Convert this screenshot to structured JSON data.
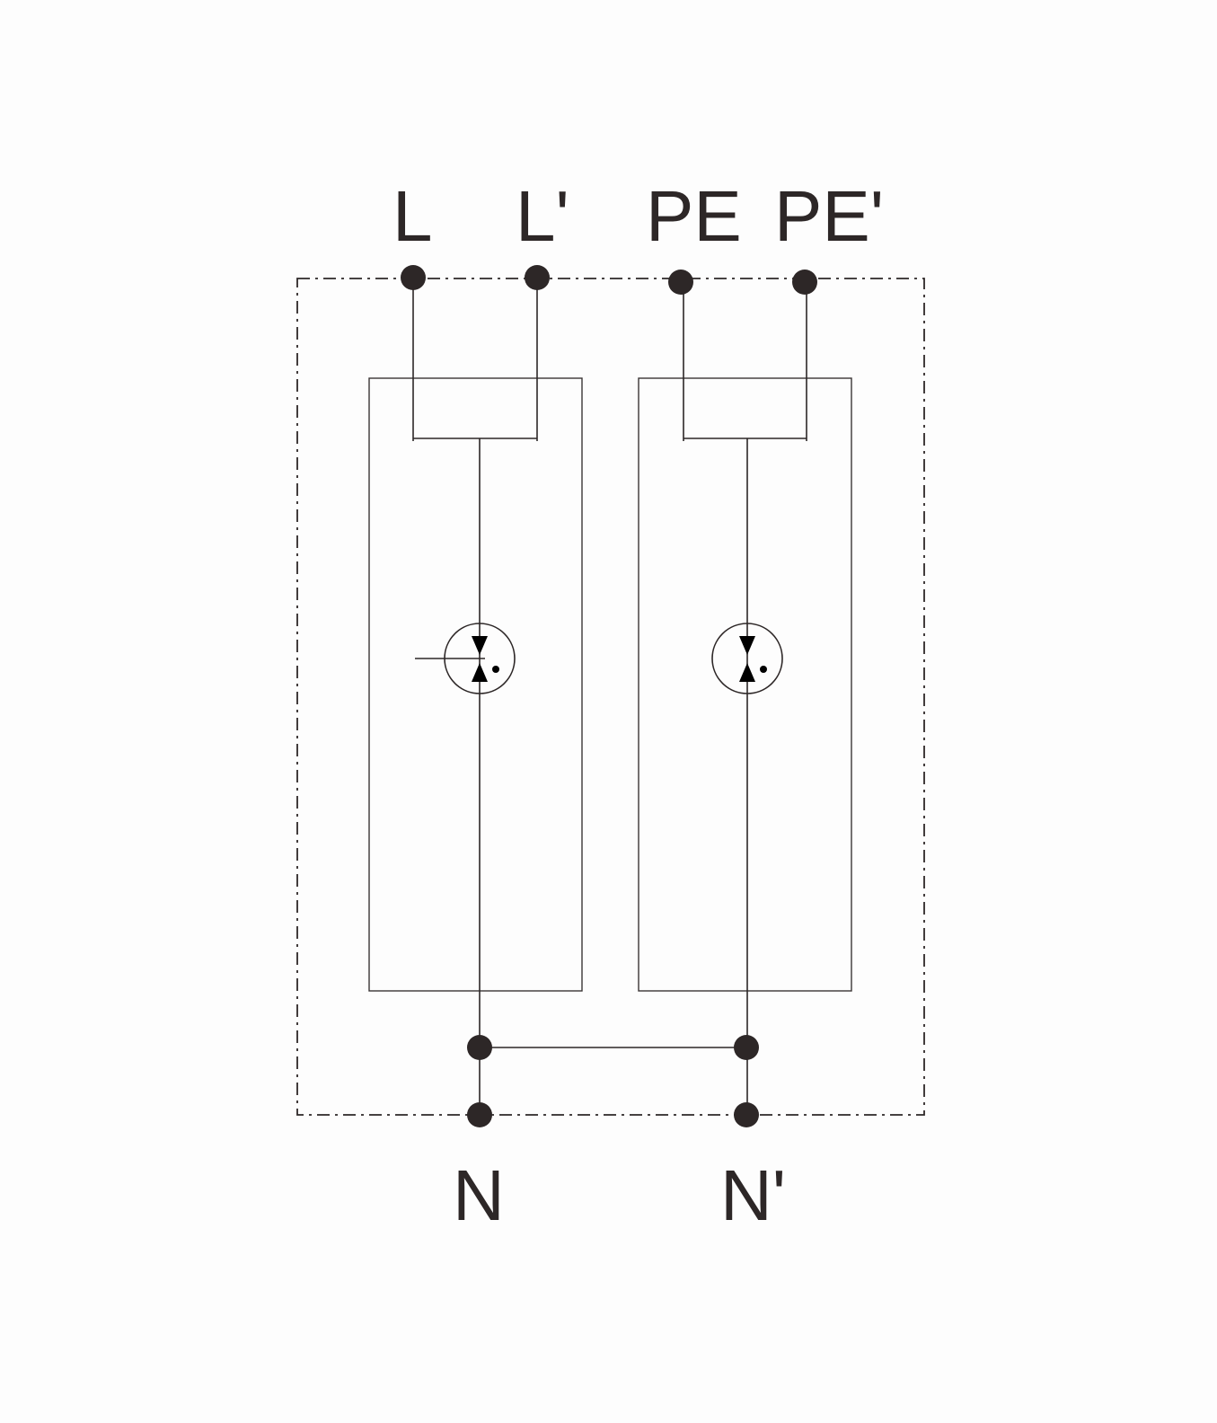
{
  "diagram": {
    "terminals_top": [
      {
        "id": "L",
        "label": "L"
      },
      {
        "id": "L-prime",
        "label": "L'"
      },
      {
        "id": "PE",
        "label": "PE"
      },
      {
        "id": "PE-prime",
        "label": "PE'"
      }
    ],
    "terminals_bottom": [
      {
        "id": "N",
        "label": "N"
      },
      {
        "id": "N-prime",
        "label": "N'"
      }
    ],
    "components": [
      {
        "type": "spark-gap-module"
      },
      {
        "type": "spark-gap-module"
      }
    ],
    "colors": {
      "line": "#2d2727",
      "background": "#fdfdfd"
    }
  }
}
